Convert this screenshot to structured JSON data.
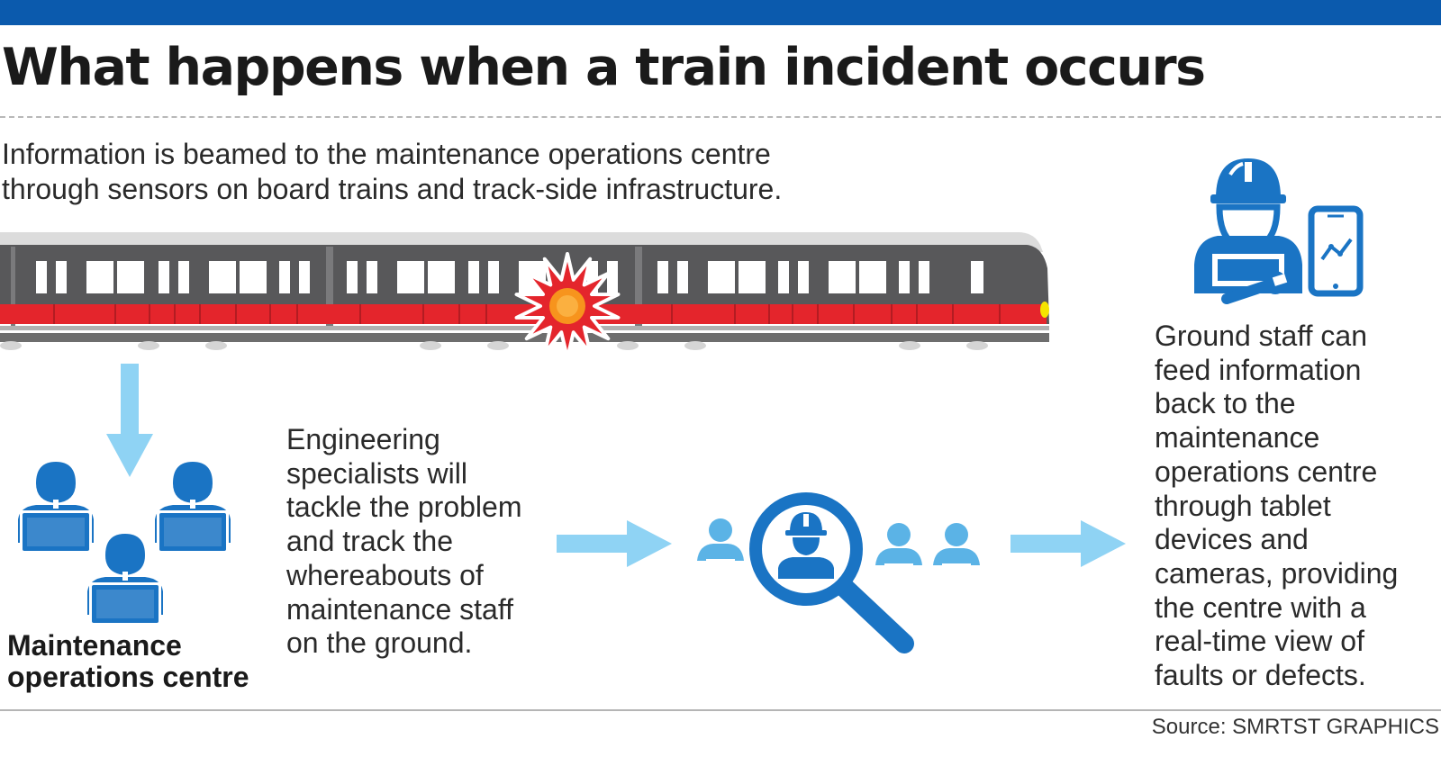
{
  "headline": "What happens when a train incident occurs",
  "intro": "Information is beamed to the maintenance operations centre through sensors on board trains and track-side infrastructure.",
  "steps": {
    "maintenance_centre_label": "Maintenance operations centre",
    "engineering_text": "Engineering specialists will tackle the problem and track the whereabouts of maintenance staff on the ground.",
    "ground_staff_text": "Ground staff can feed information back to the maintenance operations centre through tablet devices and cameras, providing the centre with a real-time view of faults or defects."
  },
  "footer": {
    "source": "Source: SMRT",
    "credit": "ST GRAPHICS"
  },
  "colors": {
    "header_bar": "#0b5aad",
    "icon_blue": "#1a74c4",
    "arrow_light_blue": "#8fd3f4",
    "train_body": "#58585a",
    "train_stripe": "#e4252c",
    "burst_red": "#e4252c",
    "burst_orange": "#f7941d"
  },
  "icons": [
    "train-icon",
    "incident-burst-icon",
    "down-arrow-icon",
    "operators-at-computers-icon",
    "right-arrow-icon",
    "magnifier-worker-icon",
    "staff-person-icon",
    "worker-with-tablet-icon"
  ]
}
